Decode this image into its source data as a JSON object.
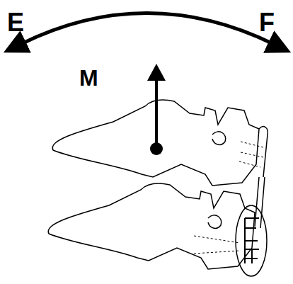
{
  "diagram": {
    "labels": [
      "E",
      "F",
      "M"
    ]
  }
}
